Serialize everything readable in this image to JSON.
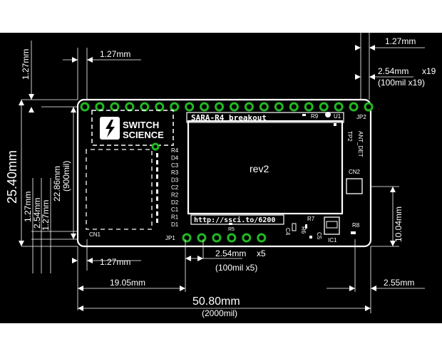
{
  "dimensions": {
    "top_left_pitch": "1.27mm",
    "left_top_vertical": "1.27mm",
    "top_right_pitch": "1.27mm",
    "pin_pitch": "2.54mm",
    "pin_count_top": "x19",
    "pin_pitch_mil_top": "(100mil x19)",
    "board_height": "25.40mm",
    "row_spacing": "22.86mm",
    "row_spacing_mil": "(900mil)",
    "left_lower_a": "1.27mm",
    "left_lower_b": "2.54mm",
    "left_lower_c": "1.27mm",
    "right_height": "10.04mm",
    "bottom_offset": "1.27mm",
    "bottom_pitch": "2.54mm",
    "pin_count_bottom": "x5",
    "pin_pitch_mil_bottom": "(100mil x5)",
    "jp1_offset": "19.05mm",
    "board_width": "50.80mm",
    "board_width_mil": "(2000mil)",
    "right_bottom_offset": "2.55mm"
  },
  "board": {
    "module_label": "SARA-R4 breakout",
    "rev": "rev2",
    "url": "http://ssci.to/6200",
    "logo_line1": "SWITCH",
    "logo_line2": "SCIENCE",
    "jp2": "JP2",
    "jp1": "JP1",
    "cn1": "CN1",
    "cn2": "CN2",
    "u1": "U1",
    "r9": "R9",
    "tp2": "TP2",
    "ant_det": "ANT_DET",
    "r8": "R8",
    "r7": "R7",
    "r6": "R6",
    "r5": "R5",
    "c4": "C4",
    "c5": "C5",
    "ic1": "IC1",
    "refs_left": [
      "R4",
      "D4",
      "C3",
      "R3",
      "D3",
      "C2",
      "R2",
      "D2",
      "C1",
      "R1",
      "D1"
    ]
  },
  "colors": {
    "background": "#000000",
    "silkscreen": "#ffffff",
    "pad_ring": "#22b822"
  }
}
